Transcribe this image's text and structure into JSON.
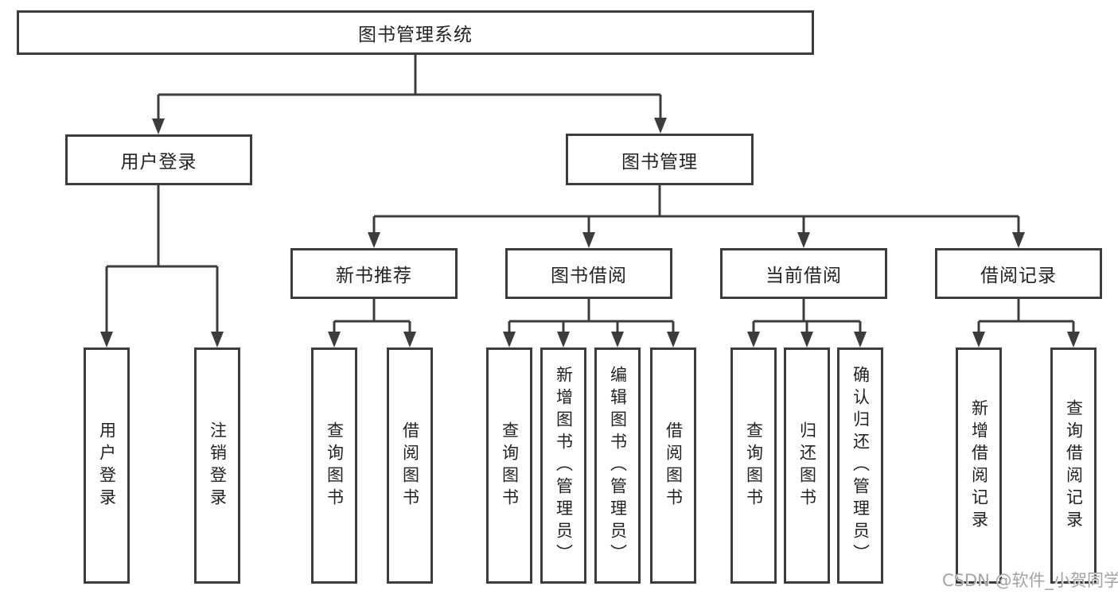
{
  "root": {
    "label": "图书管理系统"
  },
  "level2": [
    {
      "label": "用户登录"
    },
    {
      "label": "图书管理"
    }
  ],
  "level3": [
    {
      "label": "新书推荐"
    },
    {
      "label": "图书借阅"
    },
    {
      "label": "当前借阅"
    },
    {
      "label": "借阅记录"
    }
  ],
  "leaves": {
    "user_login": [
      "用户登录",
      "注销登录"
    ],
    "new_book": [
      "查询图书",
      "借阅图书"
    ],
    "book_borrow": [
      "查询图书",
      "新增图书（管理员）",
      "编辑图书（管理员）",
      "借阅图书"
    ],
    "current_borrow": [
      "查询图书",
      "归还图书",
      "确认归还（管理员）"
    ],
    "borrow_records": [
      "新增借阅记录",
      "查询借阅记录"
    ]
  },
  "watermark": "CSDN @软件_小贺同学",
  "colors": {
    "line": "#3c3c3c",
    "border": "#3c3c3c",
    "text": "#222222",
    "background": "#ffffff",
    "watermark": "#a3a3a3"
  }
}
